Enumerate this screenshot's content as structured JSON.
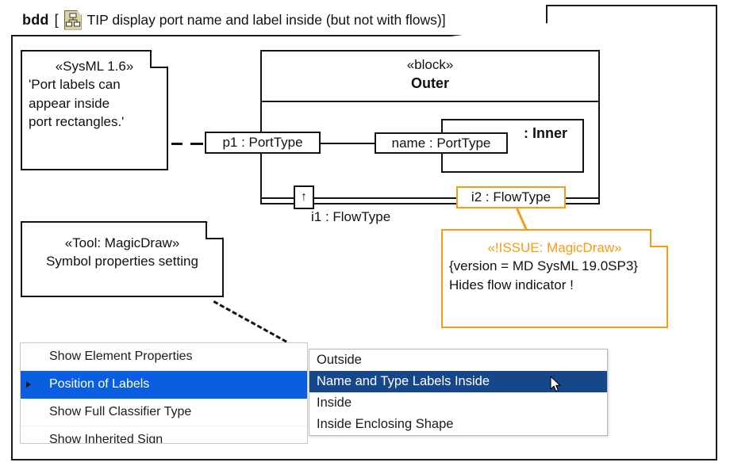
{
  "diagram": {
    "kind": "bdd",
    "bracket_open": "[",
    "bracket_close": "]",
    "icon": "bdd-diagram-icon",
    "title": "TIP display port name and label inside (but not with flows)"
  },
  "notes": {
    "sysml": {
      "stereotype": "«SysML 1.6»",
      "line1": "'Port labels can",
      "line2": "appear inside",
      "line3": "port rectangles.'"
    },
    "tool": {
      "stereotype": "«Tool: MagicDraw»",
      "line1": "Symbol properties setting"
    },
    "issue": {
      "stereotype": "«!ISSUE: MagicDraw»",
      "line1": "{version = MD SysML 19.0SP3}",
      "line2": "Hides flow indicator !",
      "color": "#f59b14"
    }
  },
  "blocks": {
    "outer": {
      "stereotype": "«block»",
      "name": "Outer"
    },
    "inner": {
      "label": ": Inner"
    }
  },
  "ports": {
    "p1": "p1 : PortType",
    "name_port": "name : PortType",
    "i1_label": "i1 : FlowType",
    "i1_indicator": "↑",
    "i2": "i2 : FlowType"
  },
  "context_menu": {
    "items": [
      {
        "label": "Show Element Properties",
        "selected": false,
        "submenu": false
      },
      {
        "label": "Position of Labels",
        "selected": true,
        "submenu": true
      },
      {
        "label": "Show Full Classifier Type",
        "selected": false,
        "submenu": false
      },
      {
        "label": "Show Inherited Sign",
        "selected": false,
        "submenu": false
      }
    ]
  },
  "submenu": {
    "items": [
      {
        "label": "Outside",
        "selected": false
      },
      {
        "label": "Name and Type Labels Inside",
        "selected": true
      },
      {
        "label": "Inside",
        "selected": false
      },
      {
        "label": "Inside Enclosing Shape",
        "selected": false
      }
    ]
  },
  "colors": {
    "accent_orange": "#f59b14",
    "menu_highlight": "#0a5fe0",
    "submenu_highlight": "#17478b",
    "outline": "#141414"
  }
}
